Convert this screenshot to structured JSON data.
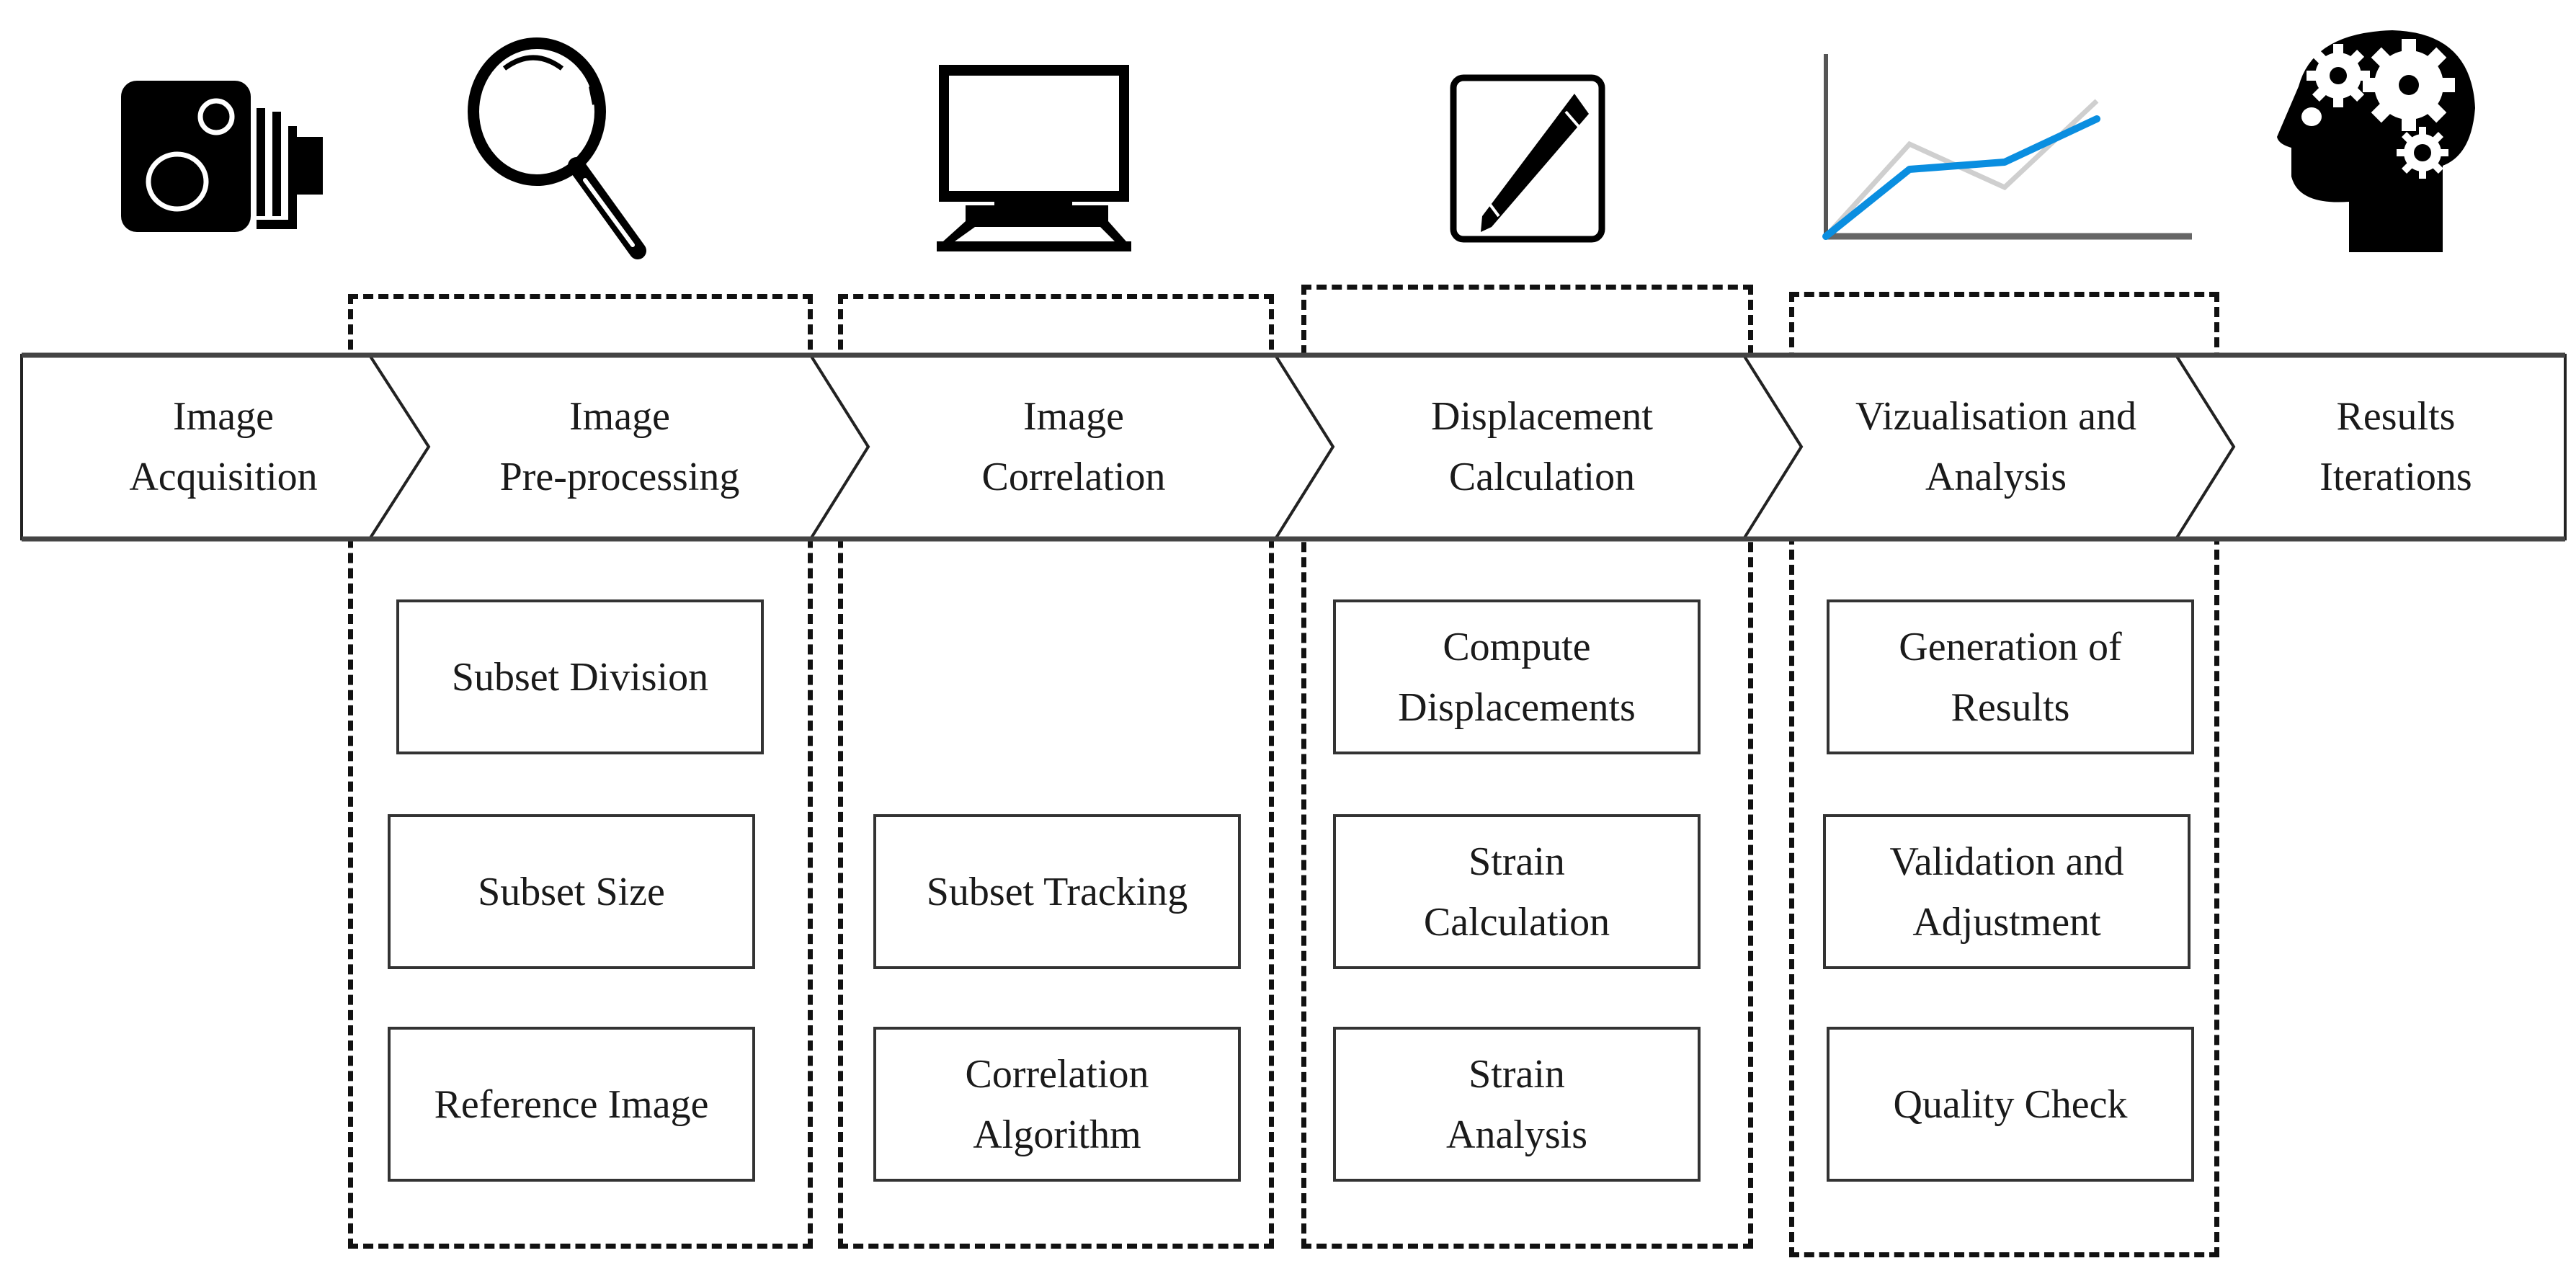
{
  "diagram": {
    "title": "Digital Image Correlation workflow",
    "stages": [
      {
        "id": "acquisition",
        "icon": "camera-icon",
        "lines": [
          "Image",
          "Acquisition"
        ]
      },
      {
        "id": "preprocessing",
        "icon": "magnifier-icon",
        "lines": [
          "Image",
          "Pre-processing"
        ]
      },
      {
        "id": "correlation",
        "icon": "computer-monitor-icon",
        "lines": [
          "Image",
          "Correlation"
        ]
      },
      {
        "id": "displacement",
        "icon": "pencil-note-icon",
        "lines": [
          "Displacement",
          "Calculation"
        ]
      },
      {
        "id": "visualisation",
        "icon": "line-chart-icon",
        "lines": [
          "Vizualisation and",
          "Analysis"
        ]
      },
      {
        "id": "results",
        "icon": "head-gears-icon",
        "lines": [
          "Results",
          "Iterations"
        ]
      }
    ],
    "groups": [
      {
        "stage": "preprocessing",
        "boxes": [
          {
            "lines": [
              "Subset Division"
            ]
          },
          {
            "lines": [
              "Subset Size"
            ]
          },
          {
            "lines": [
              "Reference Image"
            ]
          }
        ]
      },
      {
        "stage": "correlation",
        "boxes": [
          {
            "lines": [
              "Subset Tracking"
            ]
          },
          {
            "lines": [
              "Correlation",
              "Algorithm"
            ]
          }
        ]
      },
      {
        "stage": "displacement",
        "boxes": [
          {
            "lines": [
              "Compute",
              "Displacements"
            ]
          },
          {
            "lines": [
              "Strain",
              "Calculation"
            ]
          },
          {
            "lines": [
              "Strain",
              "Analysis"
            ]
          }
        ]
      },
      {
        "stage": "visualisation",
        "boxes": [
          {
            "lines": [
              "Generation of",
              "Results"
            ]
          },
          {
            "lines": [
              "Validation and",
              "Adjustment"
            ]
          },
          {
            "lines": [
              "Quality Check"
            ]
          }
        ]
      }
    ],
    "colors": {
      "line": "#1a1a1a",
      "chart_primary": "#0a8ee0",
      "chart_secondary": "#c8c8c8",
      "chart_axis": "#555555"
    }
  }
}
